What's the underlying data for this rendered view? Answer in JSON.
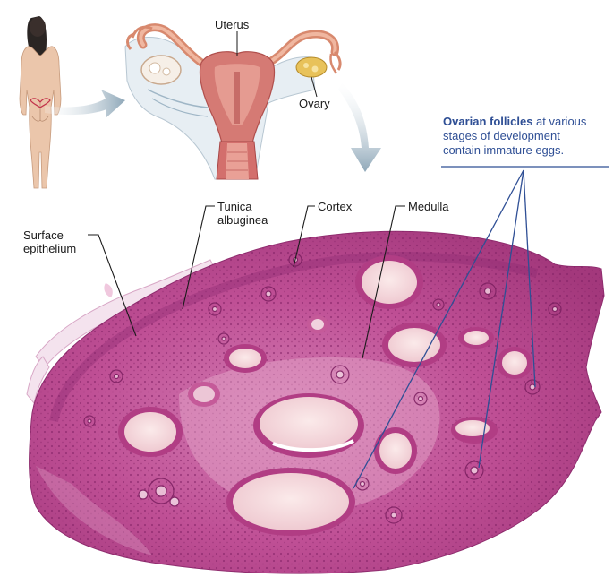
{
  "labels": {
    "uterus": "Uterus",
    "ovary": "Ovary",
    "tunica_line1": "Tunica",
    "tunica_line2": "albuginea",
    "cortex": "Cortex",
    "medulla": "Medulla",
    "surface_line1": "Surface",
    "surface_line2": "epithelium",
    "follicles_bold": "Ovarian follicles",
    "follicles_rest_line1": " at various",
    "follicles_line2": "stages of development",
    "follicles_line3": "contain immature eggs."
  },
  "colors": {
    "tissue_base": "#c2549a",
    "tissue_dark": "#9a2f78",
    "tissue_light": "#e3a3c8",
    "follicle_fluid": "#f3d9df",
    "label_blue": "#2f4f95",
    "arrow_gray": "#9fb4c3",
    "skin": "#e9c3a6"
  }
}
